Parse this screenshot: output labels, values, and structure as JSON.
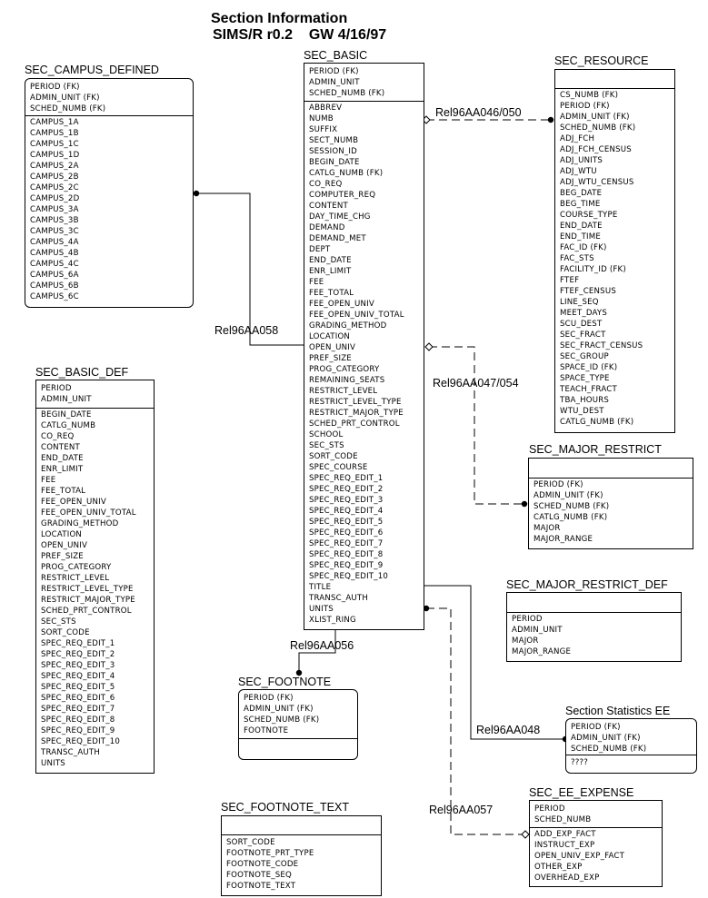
{
  "title": {
    "line1": "Section Information",
    "line2": "SIMS/R r0.2    GW 4/16/97"
  },
  "entities": {
    "sec_basic": {
      "name": "SEC_BASIC",
      "keys": [
        "PERIOD (FK)",
        "ADMIN_UNIT",
        "SCHED_NUMB (FK)"
      ],
      "attrs": [
        "ABBREV",
        "NUMB",
        "SUFFIX",
        "SECT_NUMB",
        "SESSION_ID",
        "BEGIN_DATE",
        "CATLG_NUMB (FK)",
        "CO_REQ",
        "COMPUTER_REQ",
        "CONTENT",
        "DAY_TIME_CHG",
        "DEMAND",
        "DEMAND_MET",
        "DEPT",
        "END_DATE",
        "ENR_LIMIT",
        "FEE",
        "FEE_TOTAL",
        "FEE_OPEN_UNIV",
        "FEE_OPEN_UNIV_TOTAL",
        "GRADING_METHOD",
        "LOCATION",
        "OPEN_UNIV",
        "PREF_SIZE",
        "PROG_CATEGORY",
        "REMAINING_SEATS",
        "RESTRICT_LEVEL",
        "RESTRICT_LEVEL_TYPE",
        "RESTRICT_MAJOR_TYPE",
        "SCHED_PRT_CONTROL",
        "SCHOOL",
        "SEC_STS",
        "SORT_CODE",
        "SPEC_COURSE",
        "SPEC_REQ_EDIT_1",
        "SPEC_REQ_EDIT_2",
        "SPEC_REQ_EDIT_3",
        "SPEC_REQ_EDIT_4",
        "SPEC_REQ_EDIT_5",
        "SPEC_REQ_EDIT_6",
        "SPEC_REQ_EDIT_7",
        "SPEC_REQ_EDIT_8",
        "SPEC_REQ_EDIT_9",
        "SPEC_REQ_EDIT_10",
        "TITLE",
        "TRANSC_AUTH",
        "UNITS",
        "XLIST_RING"
      ]
    },
    "sec_campus_defined": {
      "name": "SEC_CAMPUS_DEFINED",
      "keys": [
        "PERIOD (FK)",
        "ADMIN_UNIT (FK)",
        "SCHED_NUMB (FK)"
      ],
      "attrs": [
        "CAMPUS_1A",
        "CAMPUS_1B",
        "CAMPUS_1C",
        "CAMPUS_1D",
        "CAMPUS_2A",
        "CAMPUS_2B",
        "CAMPUS_2C",
        "CAMPUS_2D",
        "CAMPUS_3A",
        "CAMPUS_3B",
        "CAMPUS_3C",
        "CAMPUS_4A",
        "CAMPUS_4B",
        "CAMPUS_4C",
        "CAMPUS_6A",
        "CAMPUS_6B",
        "CAMPUS_6C"
      ]
    },
    "sec_basic_def": {
      "name": "SEC_BASIC_DEF",
      "keys": [
        "PERIOD",
        "ADMIN_UNIT"
      ],
      "attrs": [
        "BEGIN_DATE",
        "CATLG_NUMB",
        "CO_REQ",
        "CONTENT",
        "END_DATE",
        "ENR_LIMIT",
        "FEE",
        "FEE_TOTAL",
        "FEE_OPEN_UNIV",
        "FEE_OPEN_UNIV_TOTAL",
        "GRADING_METHOD",
        "LOCATION",
        "OPEN_UNIV",
        "PREF_SIZE",
        "PROG_CATEGORY",
        "RESTRICT_LEVEL",
        "RESTRICT_LEVEL_TYPE",
        "RESTRICT_MAJOR_TYPE",
        "SCHED_PRT_CONTROL",
        "SEC_STS",
        "SORT_CODE",
        "SPEC_REQ_EDIT_1",
        "SPEC_REQ_EDIT_2",
        "SPEC_REQ_EDIT_3",
        "SPEC_REQ_EDIT_4",
        "SPEC_REQ_EDIT_5",
        "SPEC_REQ_EDIT_6",
        "SPEC_REQ_EDIT_7",
        "SPEC_REQ_EDIT_8",
        "SPEC_REQ_EDIT_9",
        "SPEC_REQ_EDIT_10",
        "TRANSC_AUTH",
        "UNITS"
      ]
    },
    "sec_resource": {
      "name": "SEC_RESOURCE",
      "keys": [],
      "attrs": [
        "CS_NUMB (FK)",
        "PERIOD (FK)",
        "ADMIN_UNIT (FK)",
        "SCHED_NUMB (FK)",
        "ADJ_FCH",
        "ADJ_FCH_CENSUS",
        "ADJ_UNITS",
        "ADJ_WTU",
        "ADJ_WTU_CENSUS",
        "BEG_DATE",
        "BEG_TIME",
        "COURSE_TYPE",
        "END_DATE",
        "END_TIME",
        "FAC_ID (FK)",
        "FAC_STS",
        "FACILITY_ID (FK)",
        "FTEF",
        "FTEF_CENSUS",
        "LINE_SEQ",
        "MEET_DAYS",
        "SCU_DEST",
        "SEC_FRACT",
        "SEC_FRACT_CENSUS",
        "SEC_GROUP",
        "SPACE_ID (FK)",
        "SPACE_TYPE",
        "TEACH_FRACT",
        "TBA_HOURS",
        "WTU_DEST",
        "CATLG_NUMB (FK)"
      ]
    },
    "sec_major_restrict": {
      "name": "SEC_MAJOR_RESTRICT",
      "keys": [],
      "attrs": [
        "PERIOD (FK)",
        "ADMIN_UNIT (FK)",
        "SCHED_NUMB (FK)",
        "CATLG_NUMB (FK)",
        "MAJOR",
        "MAJOR_RANGE"
      ]
    },
    "sec_major_restrict_def": {
      "name": "SEC_MAJOR_RESTRICT_DEF",
      "keys": [],
      "attrs": [
        "PERIOD",
        "ADMIN_UNIT",
        "MAJOR",
        "MAJOR_RANGE"
      ]
    },
    "sec_footnote": {
      "name": "SEC_FOOTNOTE",
      "keys": [
        "PERIOD (FK)",
        "ADMIN_UNIT (FK)",
        "SCHED_NUMB (FK)",
        "FOOTNOTE"
      ],
      "attrs": []
    },
    "section_statistics_ee": {
      "name": "Section Statistics EE",
      "keys": [
        "PERIOD (FK)",
        "ADMIN_UNIT (FK)",
        "SCHED_NUMB (FK)"
      ],
      "attrs": [
        "????"
      ]
    },
    "sec_footnote_text": {
      "name": "SEC_FOOTNOTE_TEXT",
      "keys": [],
      "attrs": [
        "SORT_CODE",
        "FOOTNOTE_PRT_TYPE",
        "FOOTNOTE_CODE",
        "FOOTNOTE_SEQ",
        "FOOTNOTE_TEXT"
      ]
    },
    "sec_ee_expense": {
      "name": "SEC_EE_EXPENSE",
      "keys": [
        "PERIOD",
        "SCHED_NUMB"
      ],
      "attrs": [
        "ADD_EXP_FACT",
        "INSTRUCT_EXP",
        "OPEN_UNIV_EXP_FACT",
        "OTHER_EXP",
        "OVERHEAD_EXP"
      ]
    }
  },
  "relationships": {
    "r058": "Rel96AA058",
    "r046": "Rel96AA046/050",
    "r047": "Rel96AA047/054",
    "r056": "Rel96AA056",
    "r048": "Rel96AA048",
    "r057": "Rel96AA057"
  }
}
